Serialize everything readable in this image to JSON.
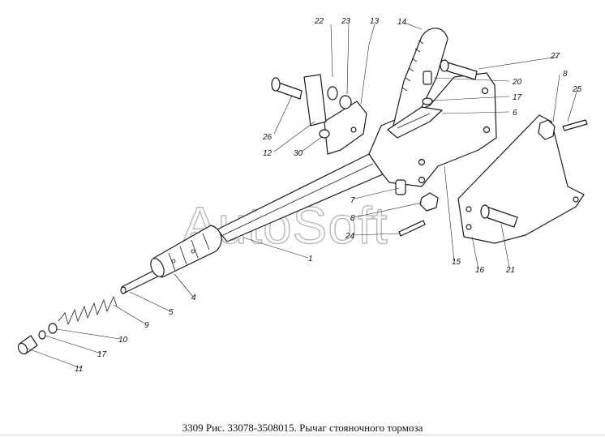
{
  "caption": "3309 Рис. 33078-3508015. Рычаг стояночного тормоза",
  "watermark": "AutoSoft",
  "callouts": {
    "c22": "22",
    "c23": "23",
    "c13": "13",
    "c14": "14",
    "c27": "27",
    "c20": "20",
    "c17a": "17",
    "c6": "6",
    "c8a": "8",
    "c25": "25",
    "c26": "26",
    "c12": "12",
    "c30": "30",
    "c7": "7",
    "c8b": "8",
    "c24": "24",
    "c1": "1",
    "c15": "15",
    "c16": "16",
    "c21": "21",
    "c4": "4",
    "c5": "5",
    "c9": "9",
    "c10": "10",
    "c17b": "17",
    "c11": "11"
  }
}
